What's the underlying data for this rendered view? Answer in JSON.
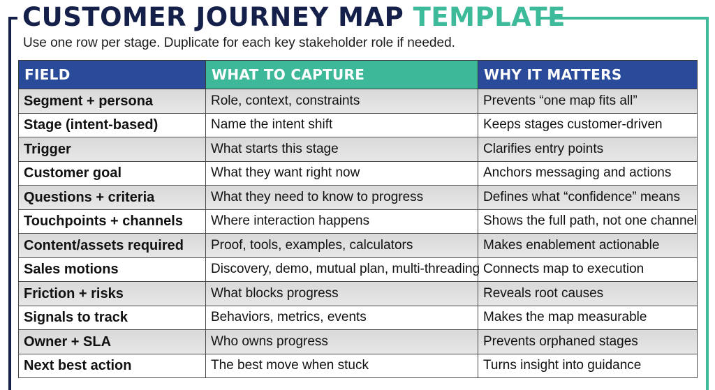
{
  "header": {
    "title_main": "CUSTOMER JOURNEY MAP",
    "title_accent": "TEMPLATE",
    "subtitle": "Use one row per stage. Duplicate for each key stakeholder role if needed."
  },
  "colors": {
    "navy": "#14204a",
    "header_navy": "#2a4a9a",
    "teal": "#3db99a",
    "row_shade": "#e0e0e0",
    "row_plain": "#ffffff"
  },
  "table": {
    "columns": [
      "FIELD",
      "WHAT TO CAPTURE",
      "WHY IT MATTERS"
    ],
    "rows": [
      {
        "field": "Segment + persona",
        "capture": "Role, context, constraints",
        "why": "Prevents “one map fits all”"
      },
      {
        "field": "Stage (intent-based)",
        "capture": "Name the intent shift",
        "why": "Keeps stages customer-driven"
      },
      {
        "field": "Trigger",
        "capture": "What starts this stage",
        "why": "Clarifies entry points"
      },
      {
        "field": "Customer goal",
        "capture": "What they want right now",
        "why": "Anchors messaging and actions"
      },
      {
        "field": "Questions + criteria",
        "capture": "What they need to know to progress",
        "why": "Defines what “confidence” means"
      },
      {
        "field": "Touchpoints + channels",
        "capture": "Where interaction happens",
        "why": "Shows the full path, not one channel"
      },
      {
        "field": "Content/assets required",
        "capture": "Proof, tools, examples, calculators",
        "why": "Makes enablement actionable"
      },
      {
        "field": "Sales motions",
        "capture": "Discovery, demo, mutual plan, multi-threading",
        "why": "Connects map to execution"
      },
      {
        "field": "Friction + risks",
        "capture": "What blocks progress",
        "why": "Reveals root causes"
      },
      {
        "field": "Signals to track",
        "capture": "Behaviors, metrics, events",
        "why": "Makes the map measurable"
      },
      {
        "field": "Owner + SLA",
        "capture": "Who owns progress",
        "why": "Prevents orphaned stages"
      },
      {
        "field": "Next best action",
        "capture": "The best move when stuck",
        "why": "Turns insight into guidance"
      }
    ]
  }
}
